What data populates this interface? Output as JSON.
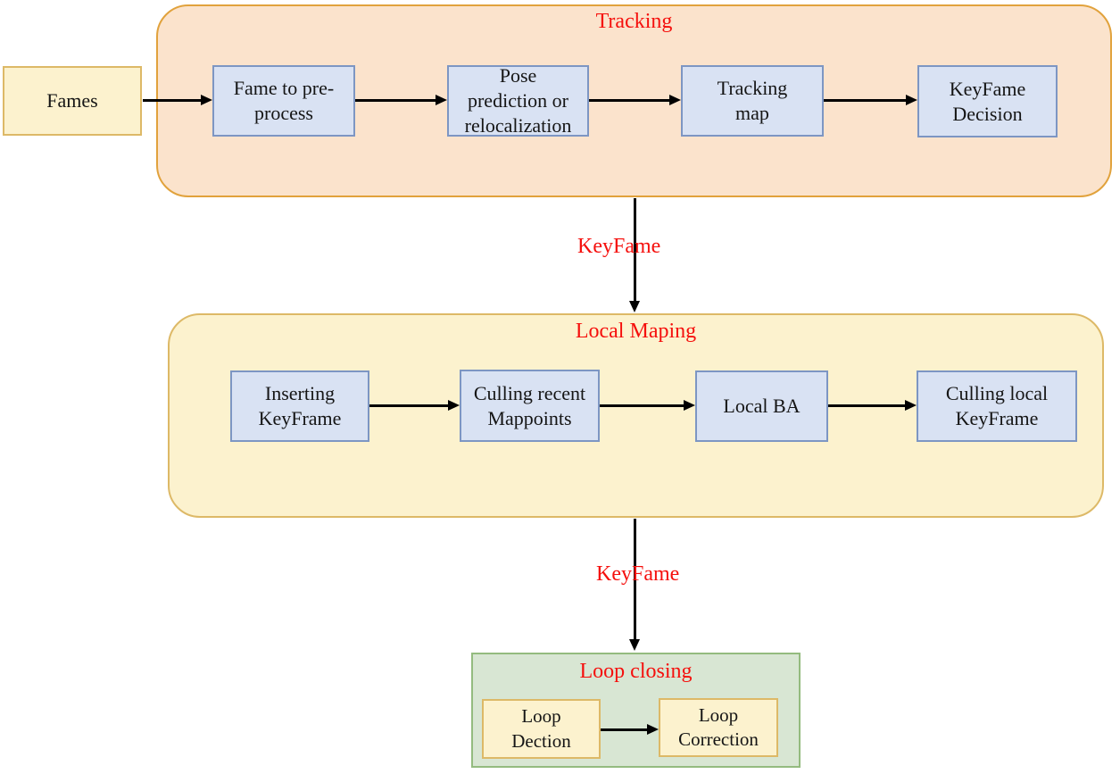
{
  "colors": {
    "orange_fill": "#FBE3CC",
    "orange_border": "#E1A23C",
    "yellow_fill": "#FCF2CE",
    "yellow_border": "#DDB967",
    "green_fill": "#D8E6D3",
    "green_border": "#94BB7F",
    "blue_fill": "#D9E2F3",
    "blue_border": "#7D96C3",
    "red": "#F5100D",
    "text": "#151515",
    "arrow": "#000000"
  },
  "input": {
    "label": "Fames"
  },
  "tracking": {
    "title": "Tracking",
    "steps": [
      {
        "label": "Fame to pre-\nprocess"
      },
      {
        "label": "Pose\nprediction or\nrelocalization"
      },
      {
        "label": "Tracking\nmap"
      },
      {
        "label": "KeyFame\nDecision"
      }
    ]
  },
  "local_mapping": {
    "title": "Local Maping",
    "steps": [
      {
        "label": "Inserting\nKeyFrame"
      },
      {
        "label": "Culling recent\nMappoints"
      },
      {
        "label": "Local BA"
      },
      {
        "label": "Culling local\nKeyFrame"
      }
    ]
  },
  "loop_closing": {
    "title": "Loop closing",
    "steps": [
      {
        "label": "Loop\nDection"
      },
      {
        "label": "Loop\nCorrection"
      }
    ]
  },
  "edges": {
    "tracking_to_local": "KeyFame",
    "local_to_loop": "KeyFame"
  }
}
